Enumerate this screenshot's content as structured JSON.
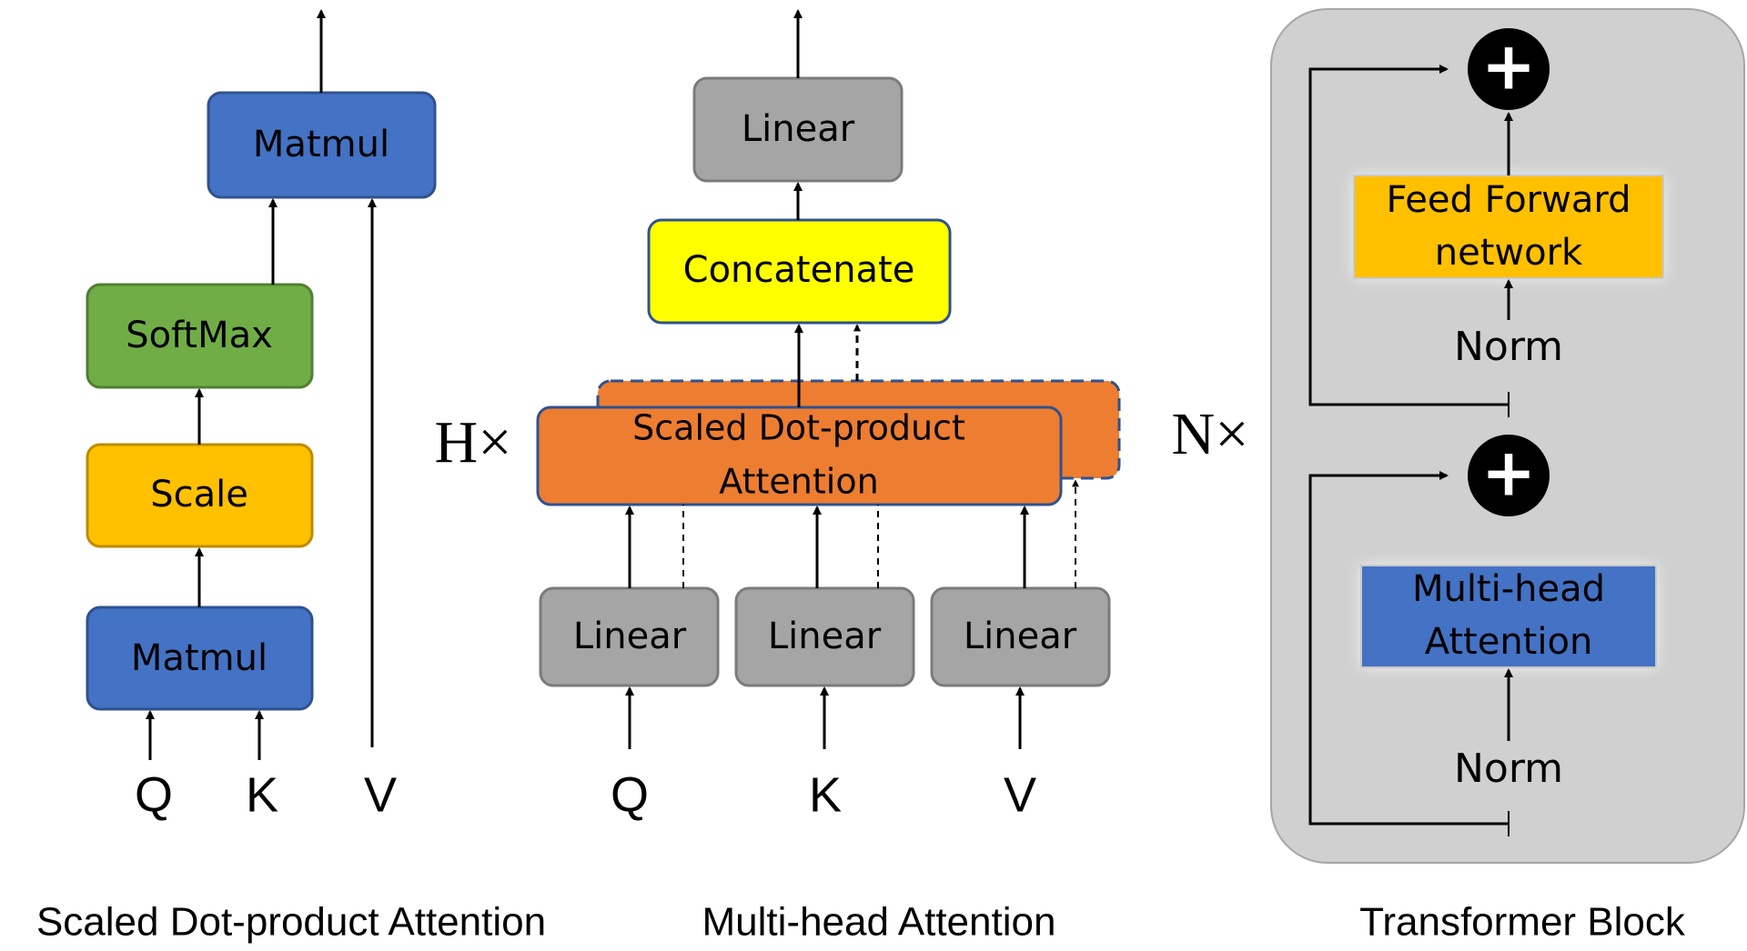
{
  "left": {
    "caption": "Scaled Dot-product Attention",
    "matmul_top": "Matmul",
    "softmax": "SoftMax",
    "scale": "Scale",
    "matmul_bottom": "Matmul",
    "q": "Q",
    "k": "K",
    "v": "V"
  },
  "middle": {
    "caption": "Multi-head Attention",
    "linear_top": "Linear",
    "concatenate": "Concatenate",
    "sdpa_line1": "Scaled Dot-product",
    "sdpa_line2": "Attention",
    "h_times": "H×",
    "linear_q": "Linear",
    "linear_k": "Linear",
    "linear_v": "Linear",
    "q": "Q",
    "k": "K",
    "v": "V"
  },
  "right": {
    "caption": "Transformer Block",
    "n_times": "N×",
    "ffn_line1": "Feed Forward",
    "ffn_line2": "network",
    "norm_top": "Norm",
    "mha_line1": "Multi-head",
    "mha_line2": "Attention",
    "norm_bottom": "Norm",
    "add_symbol": "+"
  },
  "colors": {
    "blue": "#4472c4",
    "green": "#70ad47",
    "amber": "#ffc000",
    "yellow": "#ffff00",
    "orange": "#ed7d31",
    "gray": "#a5a5a5",
    "panel": "#d0d0d0"
  }
}
